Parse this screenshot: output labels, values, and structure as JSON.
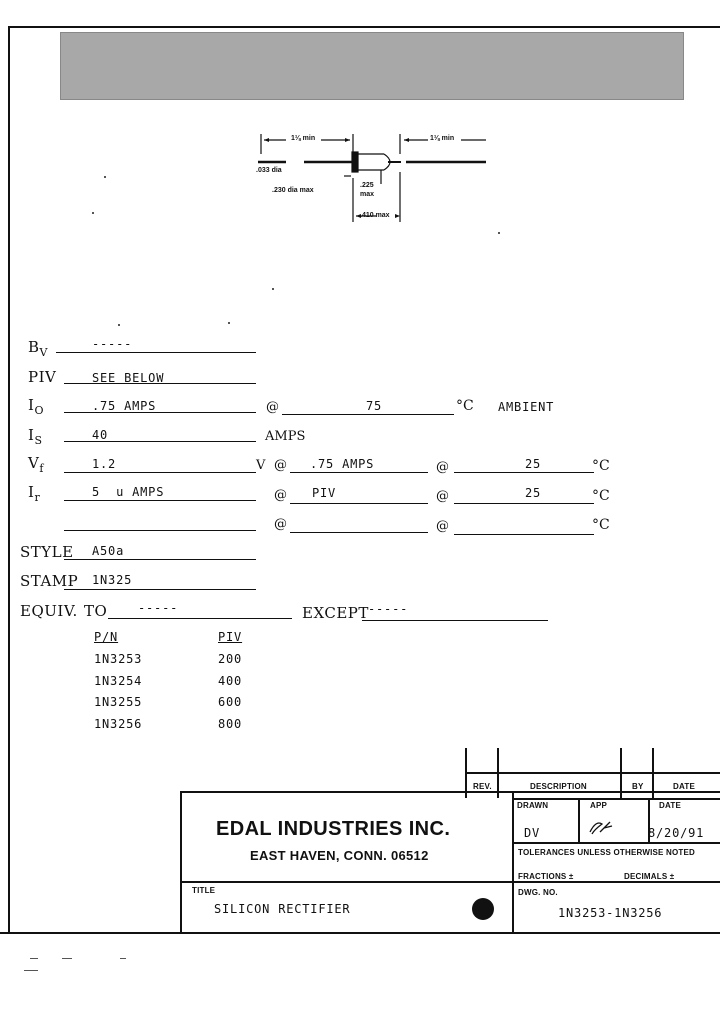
{
  "drawing": {
    "lead_length_left": "1⅛ min",
    "lead_length_right": "1⅛ min",
    "lead_dia": ".033 dia",
    "body_dia": ".230 dia max",
    "body_length": ".225 max",
    "total_length": ".410 max"
  },
  "specs": {
    "bv": {
      "label": "B",
      "sub": "V",
      "value": "-----"
    },
    "piv": {
      "label": "PIV",
      "value": "SEE BELOW"
    },
    "io": {
      "label": "I",
      "sub": "O",
      "value": ".75 AMPS",
      "at": "@",
      "temp": "75",
      "unit": "°C",
      "note": "AMBIENT"
    },
    "is": {
      "label": "I",
      "sub": "S",
      "value": "40",
      "unit": "AMPS"
    },
    "vf": {
      "label": "V",
      "sub": "f",
      "value": "1.2",
      "unit": "V",
      "at1": "@",
      "cond": ".75 AMPS",
      "at2": "@",
      "temp": "25",
      "tunit": "°C"
    },
    "ir": {
      "label": "I",
      "sub": "r",
      "value": "5  u AMPS",
      "at1": "@",
      "cond": "PIV",
      "at2": "@",
      "temp": "25",
      "tunit": "°C"
    },
    "blank": {
      "at1": "@",
      "at2": "@",
      "tunit": "°C"
    },
    "style": {
      "label": "STYLE",
      "value": "A50a"
    },
    "stamp": {
      "label": "STAMP",
      "value": "1N325"
    },
    "equiv": {
      "label": "EQUIV.",
      "to_label": "TO",
      "to_value": "-----",
      "except_label": "EXCEPT",
      "except_value": "-----"
    }
  },
  "parts_table": {
    "headers": [
      "P/N",
      "PIV"
    ],
    "rows": [
      [
        "1N3253",
        "200"
      ],
      [
        "1N3254",
        "400"
      ],
      [
        "1N3255",
        "600"
      ],
      [
        "1N3256",
        "800"
      ]
    ]
  },
  "title_block": {
    "rev_label": "REV.",
    "description_label": "DESCRIPTION",
    "by_label": "BY",
    "date_label": "DATE",
    "company_name": "EDAL INDUSTRIES INC.",
    "company_address": "EAST HAVEN, CONN. 06512",
    "drawn_label": "DRAWN",
    "app_label": "APP",
    "date2_label": "DATE",
    "drawn_value": "DV",
    "date_value": "8/20/91",
    "tolerances_label": "TOLERANCES UNLESS OTHERWISE NOTED",
    "fractions_label": "FRACTIONS ±",
    "decimals_label": "DECIMALS ±",
    "title_label": "TITLE",
    "title_value": "SILICON RECTIFIER",
    "dwg_label": "DWG. NO.",
    "dwg_value": "1N3253-1N3256"
  }
}
